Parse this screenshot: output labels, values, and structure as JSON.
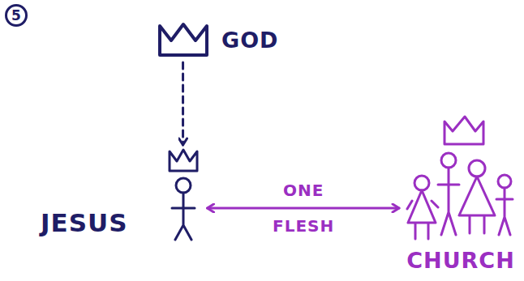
{
  "diagram": {
    "nodes": [
      {
        "text": [
          "GOD"
        ]
      },
      {
        "text": [
          "JESUS"
        ]
      },
      {
        "text": [
          "CHURCH"
        ]
      }
    ],
    "edges": [
      {
        "from": 0,
        "to": 1,
        "arrow": "to"
      },
      {
        "from": 1,
        "to": 2,
        "label": "ONE FLESH",
        "arrow": "both"
      }
    ],
    "labels": [
      "5"
    ]
  }
}
